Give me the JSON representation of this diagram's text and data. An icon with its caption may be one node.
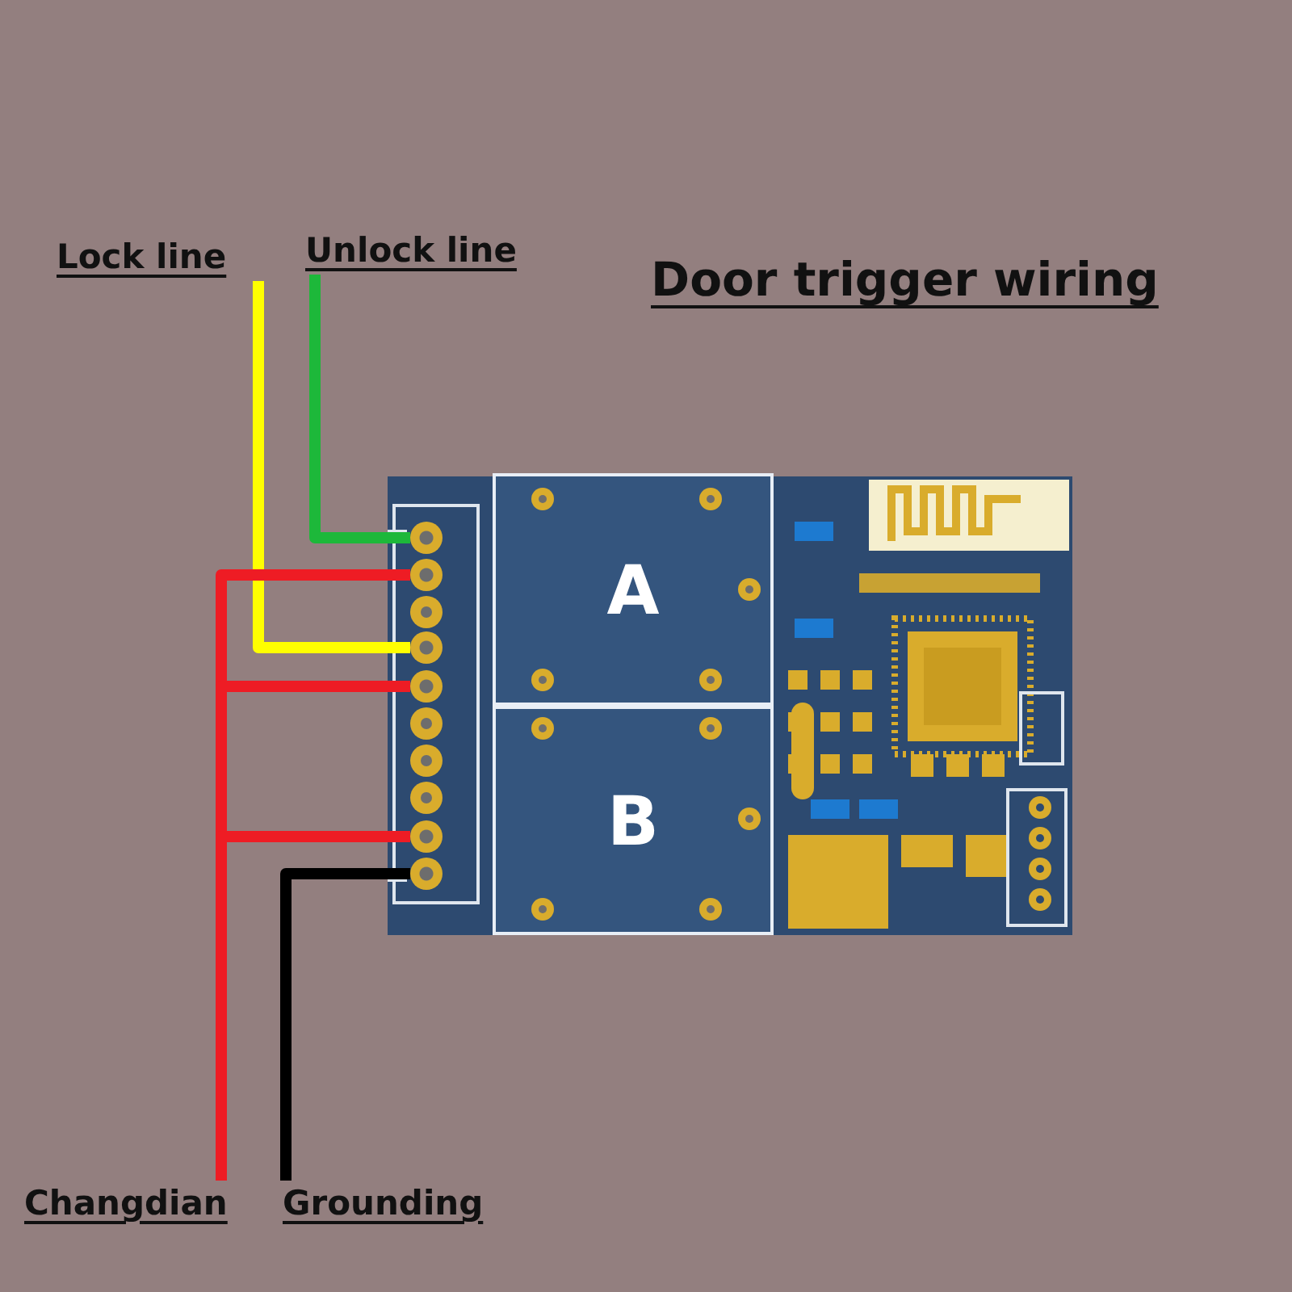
{
  "diagram": {
    "title": "Door trigger wiring",
    "nodes": [
      {
        "text": [
          "Lock line"
        ]
      },
      {
        "text": [
          "Unlock line"
        ]
      },
      {
        "text": [],
        "shape": "picture"
      },
      {
        "text": [
          "A"
        ],
        "in": 2
      },
      {
        "text": [
          "B"
        ],
        "in": 2
      },
      {
        "text": [],
        "shape": "circle",
        "in": 2
      },
      {
        "text": [],
        "shape": "circle",
        "in": 2
      },
      {
        "text": [],
        "shape": "circle",
        "in": 2
      },
      {
        "text": [],
        "shape": "circle",
        "in": 2
      },
      {
        "text": [],
        "shape": "circle",
        "in": 2
      },
      {
        "text": [],
        "shape": "circle",
        "in": 2
      },
      {
        "text": [
          "Changdian"
        ]
      },
      {
        "text": [
          "Grounding"
        ]
      }
    ],
    "edges": [
      {
        "from": 0,
        "to": 7,
        "arrow": "none",
        "color": "#ffff00"
      },
      {
        "from": 1,
        "to": 5,
        "arrow": "none",
        "color": "#1db83a"
      },
      {
        "from": 11,
        "to": 6,
        "arrow": "none"
      },
      {
        "from": 11,
        "to": 8,
        "arrow": "none"
      },
      {
        "from": 11,
        "to": 9,
        "arrow": "none"
      },
      {
        "from": 12,
        "to": 10,
        "arrow": "none",
        "color": "#000000"
      }
    ]
  }
}
